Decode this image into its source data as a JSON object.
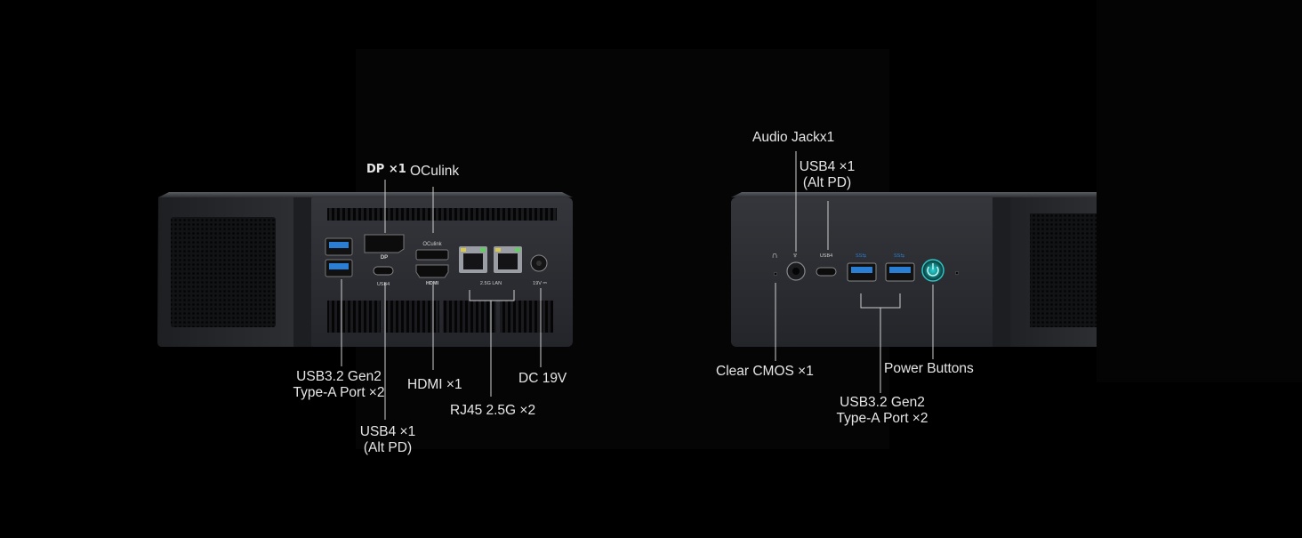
{
  "colors": {
    "background": "#000000",
    "chassis": "#2a2c30",
    "port_blue": "#2a7fd4",
    "power_ring": "#2ec6c6"
  },
  "left_device": {
    "port_silk": {
      "dp": "DP",
      "usb4": "USB4",
      "oculink": "OCulink",
      "hdmi": "HDMI",
      "lan": "2.5G LAN",
      "dc": "19V ⎓"
    },
    "labels": {
      "dp": "DP ×1",
      "oculink": "OCulink",
      "usb32_line1": "USB3.2 Gen2",
      "usb32_line2": "Type-A Port ×2",
      "hdmi": "HDMI ×1",
      "dc": "DC 19V",
      "rj45": "RJ45 2.5G ×2",
      "usb4_line1": "USB4 ×1",
      "usb4_line2": "(Alt PD)"
    }
  },
  "right_device": {
    "port_silk": {
      "usb4": "USB4",
      "ss1": "SS⇆",
      "ss2": "SS⇆"
    },
    "labels": {
      "audio": "Audio Jackx1",
      "usb4_line1": "USB4 ×1",
      "usb4_line2": "(Alt PD)",
      "clear_cmos": "Clear CMOS ×1",
      "power": "Power Buttons",
      "usb32_line1": "USB3.2 Gen2",
      "usb32_line2": "Type-A Port ×2"
    }
  }
}
